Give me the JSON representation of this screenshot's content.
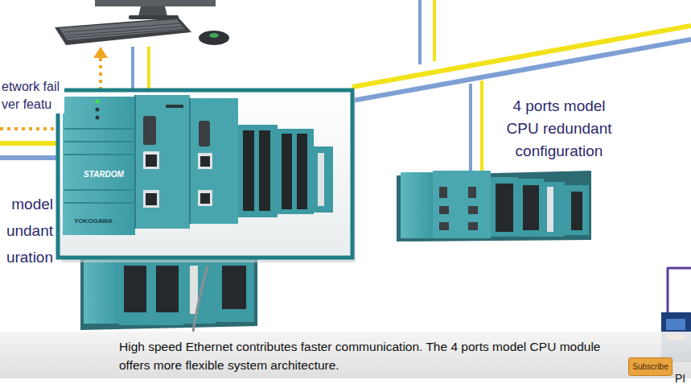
{
  "diagram": {
    "caption": "High speed Ethernet contributes faster communication. The 4 ports model CPU module offers more flexible system architecture.",
    "nodes": [
      {
        "text": [
          "Subscribe"
        ]
      }
    ],
    "labels": [
      "etwork fail ver featu",
      "4 ports model CPU redundant configuration",
      "model undant uration",
      "STARDOM",
      "YOKOGAWA",
      "PI"
    ]
  }
}
